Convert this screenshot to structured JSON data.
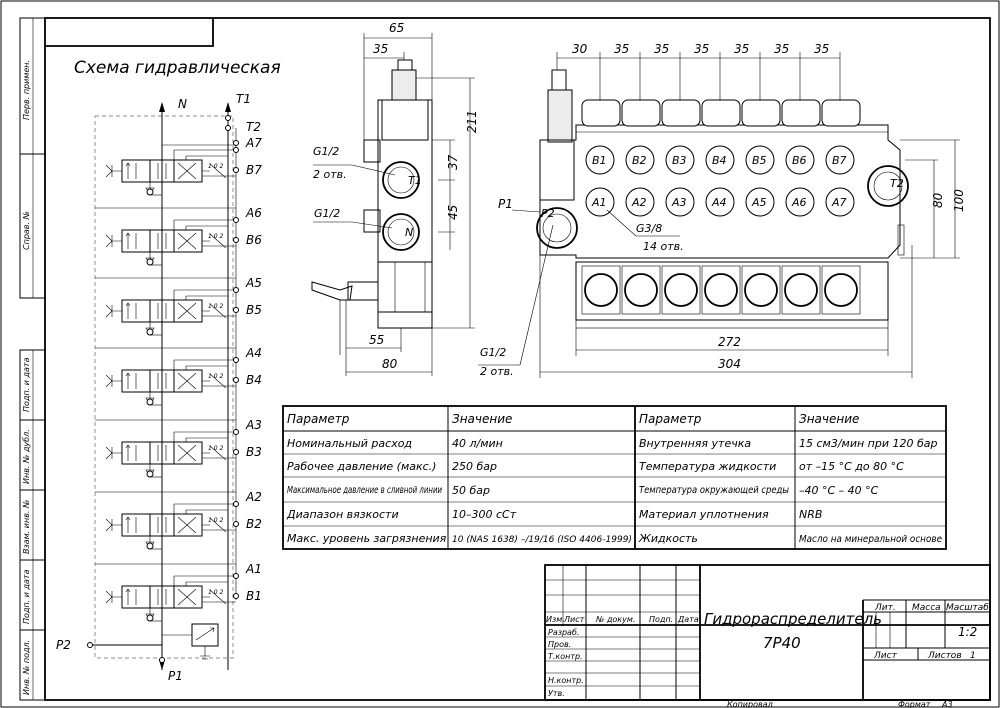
{
  "sheet": {
    "scheme_title": "Схема гидравлическая",
    "side_stamp": [
      "Перв. примен.",
      "Справ. №",
      "Подп. и дата",
      "Инв. № дубл.",
      "Взам. инв. №",
      "Подп. и дата",
      "Инв. № подл."
    ]
  },
  "scheme": {
    "top_labels": [
      "N",
      "T1",
      "T2"
    ],
    "section_labels": [
      {
        "a": "A7",
        "b": "B7"
      },
      {
        "a": "A6",
        "b": "B6"
      },
      {
        "a": "A5",
        "b": "B5"
      },
      {
        "a": "A4",
        "b": "B4"
      },
      {
        "a": "A3",
        "b": "B3"
      },
      {
        "a": "A2",
        "b": "B2"
      },
      {
        "a": "A1",
        "b": "B1"
      }
    ],
    "p2": "P2",
    "p1": "P1",
    "spool_text": "1 0 2"
  },
  "side_view": {
    "dims": [
      "65",
      "35",
      "211",
      "37",
      "45",
      "55",
      "80"
    ],
    "ports": [
      {
        "thread": "G1/2",
        "count": "2 отв."
      },
      {
        "thread": "G1/2",
        "count": ""
      },
      {
        "thread": "G1/2",
        "count": "2 отв."
      }
    ],
    "port_letters": [
      "T1",
      "N"
    ]
  },
  "front_view": {
    "top_dims": [
      "30",
      "35",
      "35",
      "35",
      "35",
      "35",
      "35"
    ],
    "b_ports": [
      "B1",
      "B2",
      "B3",
      "B4",
      "B5",
      "B6",
      "B7"
    ],
    "a_ports": [
      "A1",
      "A2",
      "A3",
      "A4",
      "A5",
      "A6",
      "A7"
    ],
    "labels": {
      "p1": "P1",
      "p2": "P2",
      "t2": "T2",
      "thread": "G3/8",
      "count": "14 отв."
    },
    "right_dims": [
      "80",
      "100"
    ],
    "bottom_dims": [
      "272",
      "304"
    ]
  },
  "parameters": {
    "headers": [
      "Параметр",
      "Значение",
      "Параметр",
      "Значение"
    ],
    "rows": [
      [
        "Номинальный расход",
        "40 л/мин",
        "Внутренняя утечка",
        "15 см3/мин при 120 бар"
      ],
      [
        "Рабочее давление (макс.)",
        "250 бар",
        "Температура жидкости",
        "от –15 °С до 80 °С"
      ],
      [
        "Максимальное давление в сливной линии",
        "50 бар",
        "Температура окружающей среды",
        "–40 °С – 40 °С"
      ],
      [
        "Диапазон вязкости",
        "10–300 сСт",
        "Материал уплотнения",
        "NRB"
      ],
      [
        "Макс. уровень загрязнения",
        "10 (NAS 1638) –/19/16 (ISO 4406-1999)",
        "Жидкость",
        "Масло на минеральной основе"
      ]
    ]
  },
  "title_block": {
    "name_line1": "Гидрораспределитель",
    "name_line2": "7Р40",
    "col_headers": [
      "Изм.",
      "Лист",
      "№ докум.",
      "Подп.",
      "Дата"
    ],
    "roles": [
      "Разраб.",
      "Пров.",
      "Т.контр.",
      "Н.контр.",
      "Утв."
    ],
    "lit": "Лит.",
    "mass": "Масса",
    "scale_label": "Масштаб",
    "scale": "1:2",
    "sheet": "Лист",
    "sheets": "Листов",
    "sheets_value": "1",
    "copied": "Копировал",
    "format_label": "Формат",
    "format": "А3"
  }
}
